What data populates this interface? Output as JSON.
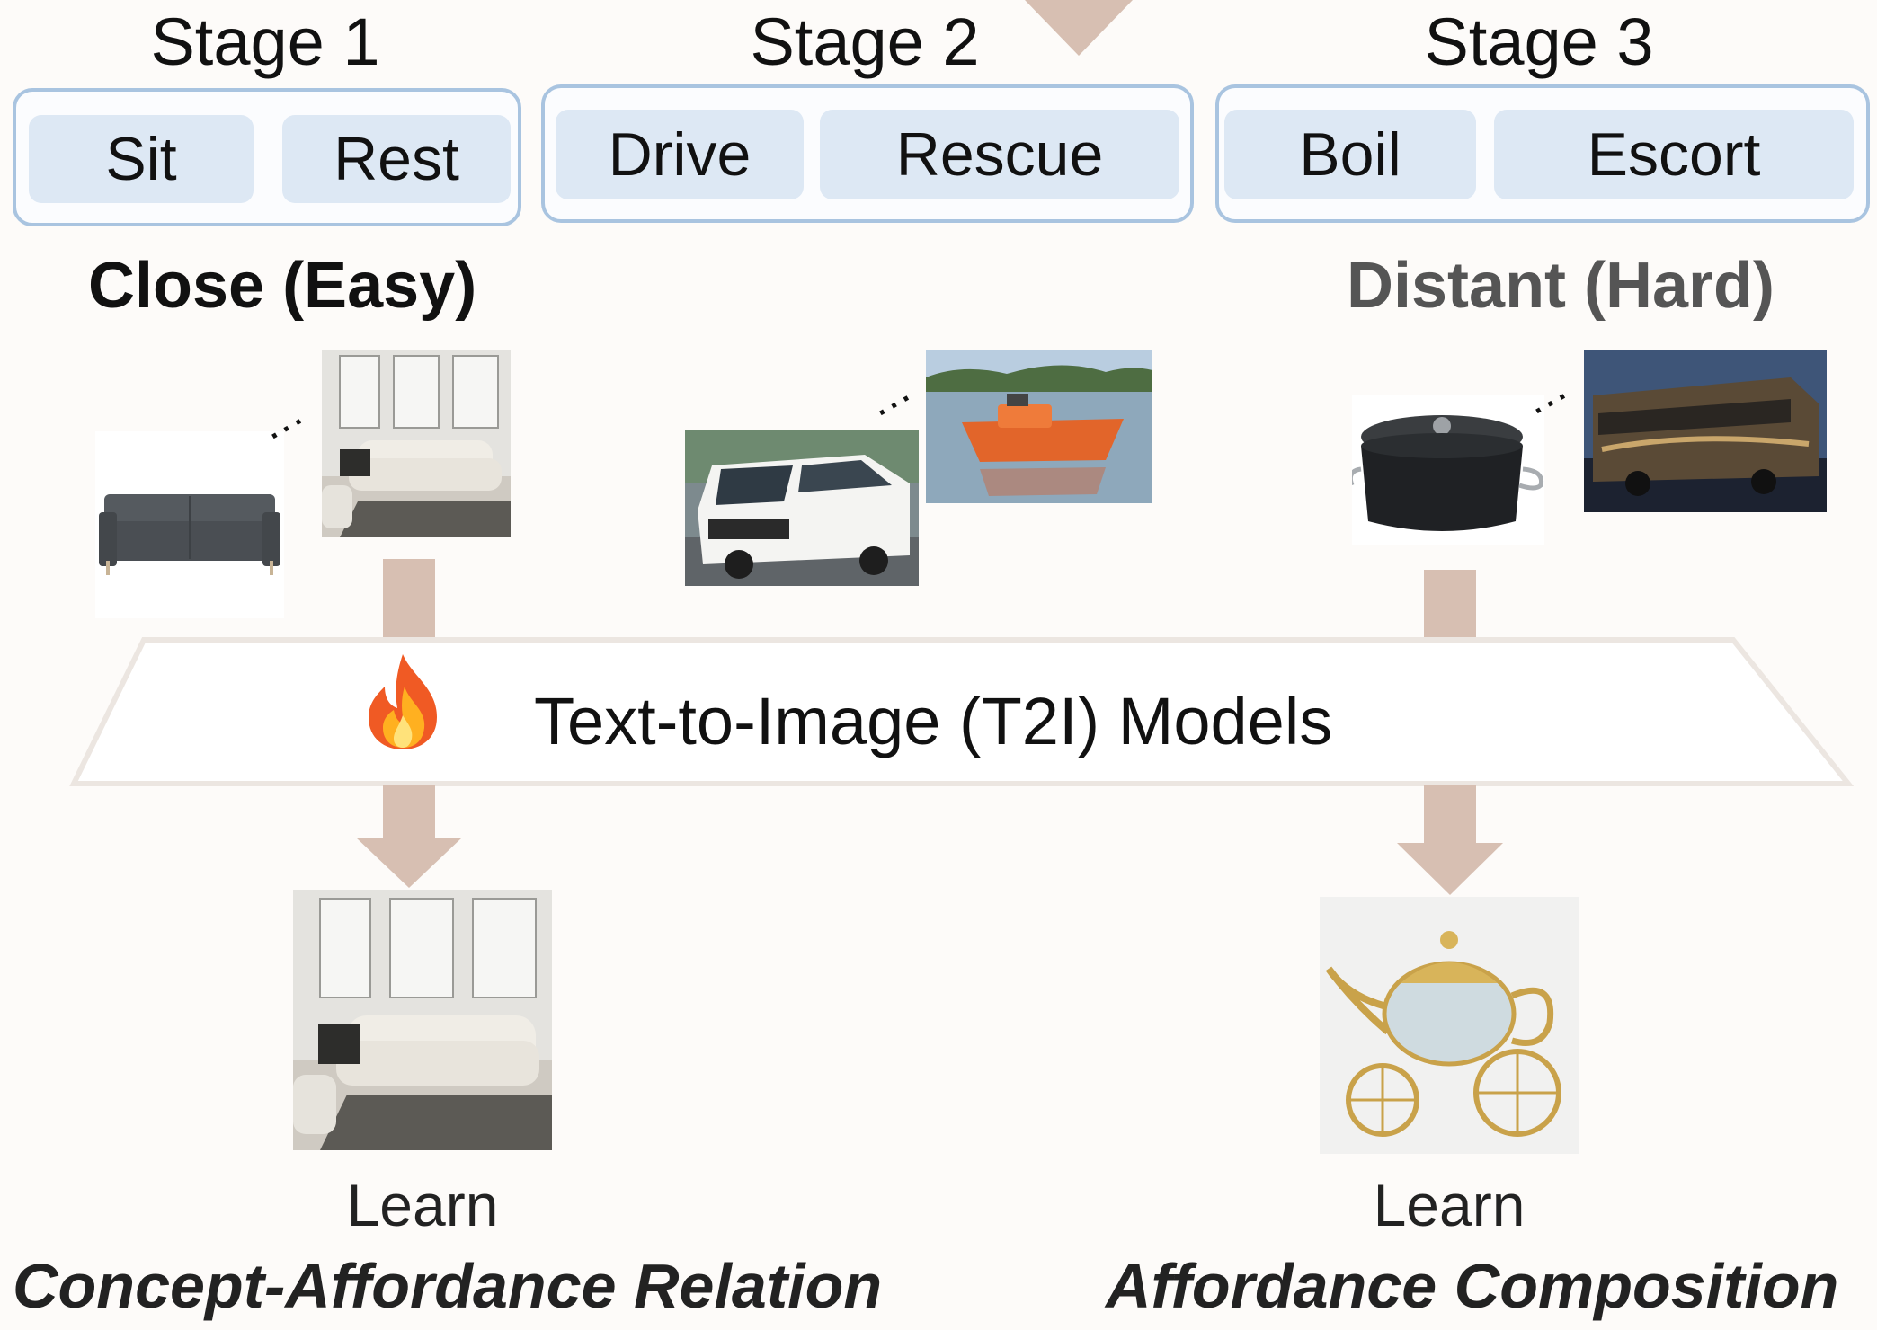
{
  "stages": [
    {
      "title": "Stage 1",
      "affordances": [
        "Sit",
        "Rest"
      ]
    },
    {
      "title": "Stage 2",
      "affordances": [
        "Drive",
        "Rescue"
      ]
    },
    {
      "title": "Stage 3",
      "affordances": [
        "Boil",
        "Escort"
      ]
    }
  ],
  "difficulty": {
    "easy_label": "Close (Easy)",
    "hard_label": "Distant (Hard)"
  },
  "images": {
    "stage1": [
      "gray-sofa",
      "living-room-sofa"
    ],
    "stage2": [
      "white-van",
      "rescue-boat"
    ],
    "stage3": [
      "cooking-pot",
      "luxury-bus"
    ],
    "outputs": [
      "generated-sofa-room",
      "teapot-carriage"
    ]
  },
  "ellipsis": "...",
  "model": {
    "label": "Text-to-Image (T2I) Models",
    "icon": "fire-icon"
  },
  "outcomes": [
    {
      "prefix": "Learn",
      "title": "Concept-Affordance Relation"
    },
    {
      "prefix": "Learn",
      "title": "Affordance Composition"
    }
  ],
  "colors": {
    "arrow": "#d7bfb2",
    "stage_border": "#a9c4e0",
    "pill_fill": "#dde8f4",
    "hard_label": "#555555",
    "trapezoid_border": "#ece6e1"
  }
}
